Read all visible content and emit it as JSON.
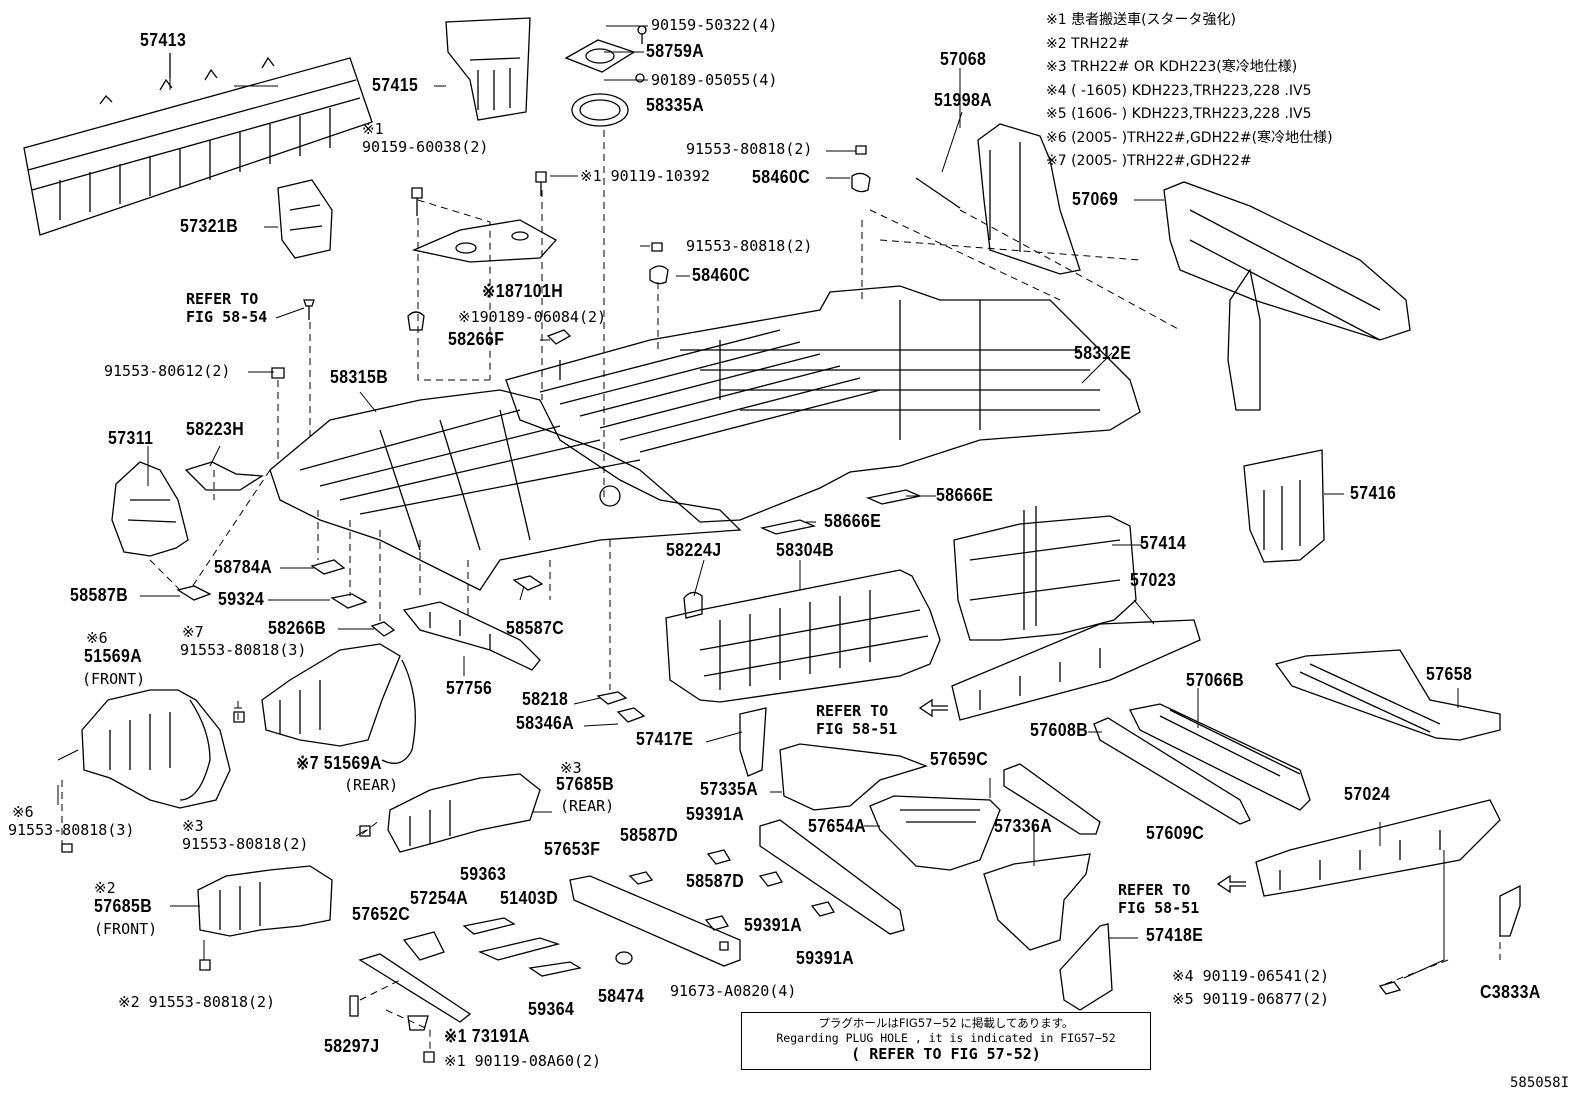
{
  "legend": [
    {
      "mark": "※1",
      "text": "患者搬送車(スタータ強化)"
    },
    {
      "mark": "※2",
      "text": "TRH22#"
    },
    {
      "mark": "※3",
      "text": "TRH22# OR KDH223(寒冷地仕様)"
    },
    {
      "mark": "※4",
      "text": "(      -1605) KDH223,TRH223,228 .IV5"
    },
    {
      "mark": "※5",
      "text": "(1606-      ) KDH223,TRH223,228 .IV5"
    },
    {
      "mark": "※6",
      "text": "(2005-      )TRH22#,GDH22#(寒冷地仕様)"
    },
    {
      "mark": "※7",
      "text": "(2005-      )TRH22#,GDH22#"
    }
  ],
  "labels": {
    "l57413": "57413",
    "l57415": "57415",
    "l90159_50322": "90159-50322(4)",
    "l58759A": "58759A",
    "l90189_05055": "90189-05055(4)",
    "l58335A": "58335A",
    "l57068": "57068",
    "l51998A": "51998A",
    "l57069": "57069",
    "l58312E": "58312E",
    "l57321B": "57321B",
    "l_mk1a": "※1",
    "l90159_60038": "90159-60038(2)",
    "l90119_10392": "※1 90119-10392",
    "l91553_80818a": "91553-80818(2)",
    "l58460Ca": "58460C",
    "l87101H": "※187101H",
    "l91553_80818b": "91553-80818(2)",
    "l58460Cb": "58460C",
    "lrefer5854a": "REFER TO",
    "lrefer5854b": "FIG 58-54",
    "l90189_06084": "※190189-06084(2)",
    "l58266F": "58266F",
    "l91553_80612": "91553-80612(2)",
    "l58315B": "58315B",
    "l57311": "57311",
    "l58223H": "58223H",
    "l58666Ea": "58666E",
    "l58666Eb": "58666E",
    "l57416": "57416",
    "l58784A": "58784A",
    "l58587B": "58587B",
    "l59324": "59324",
    "l58266B": "58266B",
    "l58587C": "58587C",
    "l57756": "57756",
    "l58224J": "58224J",
    "l58304B": "58304B",
    "l57414": "57414",
    "l57023": "57023",
    "l57066B": "57066B",
    "l57658": "57658",
    "l_mk6a": "※6",
    "l51569A": "51569A",
    "l_front": "(FRONT)",
    "l_mk7a": "※7",
    "l91553_80818c": "91553-80818(3)",
    "l51569Ar": "※7 51569A",
    "l_rear": "(REAR)",
    "l_mk6b": "※6",
    "l91553_80818d": "91553-80818(3)",
    "l58218": "58218",
    "l58346A": "58346A",
    "l57417E": "57417E",
    "lrefer5851a1": "REFER TO",
    "lrefer5851a2": "FIG 58-51",
    "l57608B": "57608B",
    "l57659C": "57659C",
    "l57335A": "57335A",
    "l57609C": "57609C",
    "l_mk3a": "※3",
    "l57685B": "57685B",
    "l_rear2": "(REAR)",
    "l_mk3b": "※3",
    "l91553_80818e": "91553-80818(2)",
    "l59391Aa": "59391A",
    "l57654A": "57654A",
    "l57336A": "57336A",
    "l57024": "57024",
    "l_mk2a": "※2",
    "l57685Bf": "57685B",
    "l_front2": "(FRONT)",
    "l59363": "59363",
    "l57653F": "57653F",
    "l58587Da": "58587D",
    "l58587Db": "58587D",
    "l57254A": "57254A",
    "l51403D": "51403D",
    "l57652C": "57652C",
    "l59391Ab": "59391A",
    "l59391Ac": "59391A",
    "lrefer5851b1": "REFER TO",
    "lrefer5851b2": "FIG 58-51",
    "l57418E": "57418E",
    "l91553_80818f": "※2 91553-80818(2)",
    "l59364": "59364",
    "l58474": "58474",
    "l91673": "91673-A0820(4)",
    "l90119_06541": "※4 90119-06541(2)",
    "l90119_06877": "※5 90119-06877(2)",
    "lC3833A": "C3833A",
    "l58297J": "58297J",
    "l73191A": "※1 73191A",
    "l90119_08A60": "※1 90119-08A60(2)"
  },
  "note": {
    "line1": "プラグホールはFIG57−52 に掲載してあります。",
    "line2": "Regarding PLUG HOLE , it is indicated in FIG57−52",
    "line3": "( REFER TO FIG 57-52)"
  },
  "figure_id": "585058I"
}
